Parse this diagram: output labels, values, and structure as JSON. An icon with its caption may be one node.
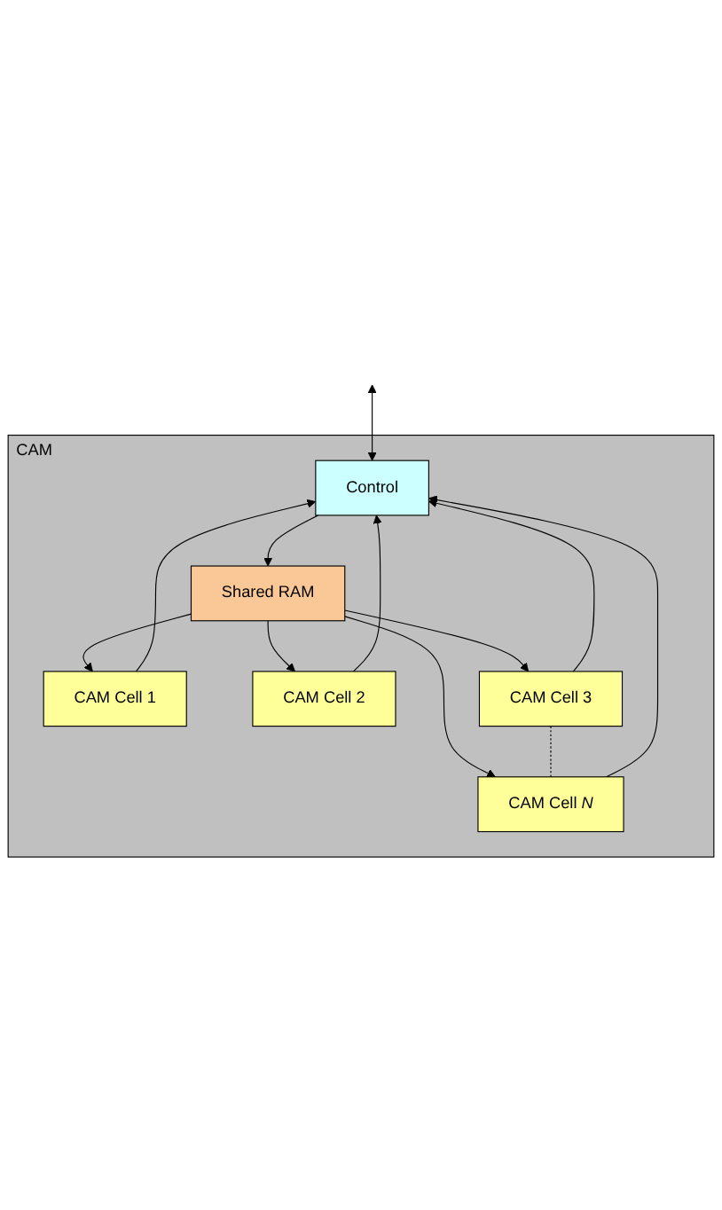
{
  "diagram": {
    "nodes": [
      {
        "text": [
          "CAM"
        ]
      },
      {
        "text": [
          "Control"
        ],
        "in": 0
      },
      {
        "text": [
          "Shared RAM"
        ],
        "in": 0
      },
      {
        "text": [
          "CAM Cell 1"
        ],
        "in": 0
      },
      {
        "text": [
          "CAM Cell 2"
        ],
        "in": 0
      },
      {
        "text": [
          "CAM Cell 3"
        ],
        "in": 0
      },
      {
        "text": [
          "CAM Cell *N*"
        ],
        "in": 0
      }
    ],
    "edges": [
      {
        "from": null,
        "to": 1,
        "arrow": "both"
      },
      {
        "from": 1,
        "to": 2,
        "arrow": "to"
      },
      {
        "from": 2,
        "to": 3,
        "arrow": "to"
      },
      {
        "from": 2,
        "to": 4,
        "arrow": "to"
      },
      {
        "from": 2,
        "to": 5,
        "arrow": "to"
      },
      {
        "from": 2,
        "to": 6,
        "arrow": "to"
      },
      {
        "from": 3,
        "to": 1,
        "arrow": "to"
      },
      {
        "from": 4,
        "to": 1,
        "arrow": "to"
      },
      {
        "from": 5,
        "to": 1,
        "arrow": "to"
      },
      {
        "from": 6,
        "to": 1,
        "arrow": "to"
      },
      {
        "from": 5,
        "to": 6,
        "arrow": "none",
        "style": "dashed"
      }
    ]
  }
}
